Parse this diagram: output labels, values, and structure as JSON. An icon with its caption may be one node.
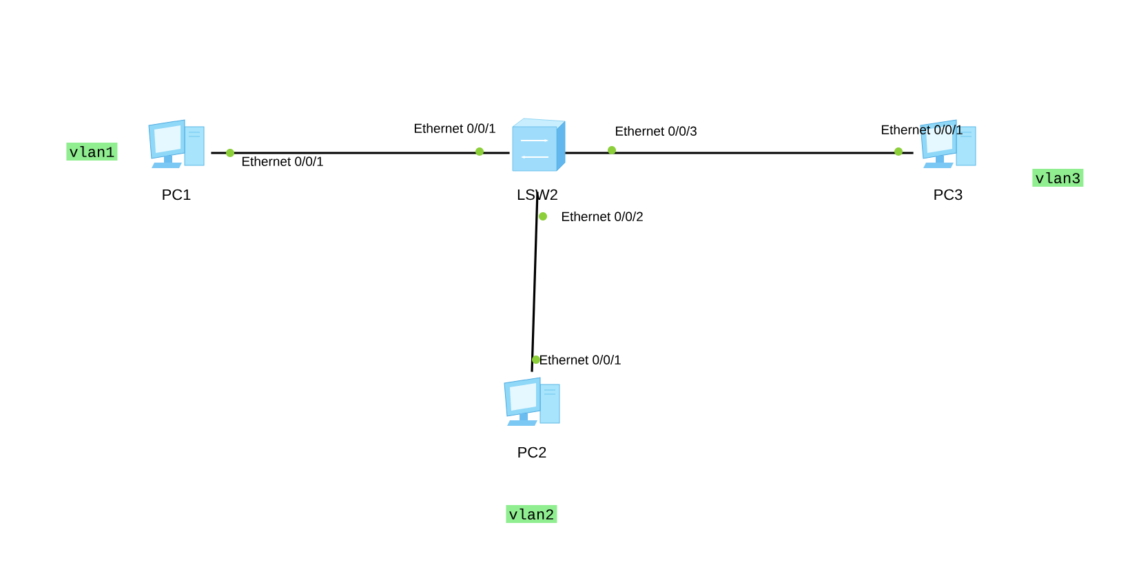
{
  "diagram": {
    "nodes": [
      {
        "text": [
          "PC1"
        ]
      },
      {
        "text": [
          "LSW2"
        ]
      },
      {
        "text": [
          "PC3"
        ]
      },
      {
        "text": [
          "PC2"
        ]
      }
    ],
    "edges": [
      {
        "from": 0,
        "to": 1,
        "arrow": "none"
      },
      {
        "from": 1,
        "to": 2,
        "arrow": "none"
      },
      {
        "from": 1,
        "to": 3,
        "arrow": "none"
      }
    ],
    "labels": [
      "Ethernet 0/0/1",
      "Ethernet 0/0/3",
      "Ethernet 0/0/1",
      "vlan1",
      "Ethernet 0/0/1",
      "vlan3",
      "Ethernet 0/0/2",
      "Ethernet 0/0/1",
      "vlan2"
    ]
  }
}
